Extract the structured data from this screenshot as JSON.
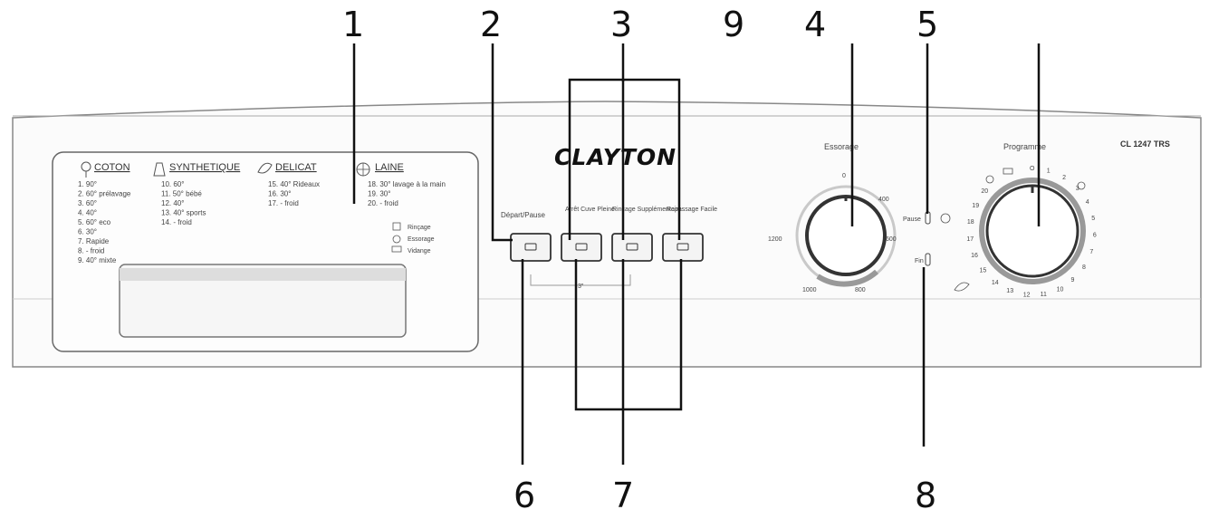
{
  "callouts": {
    "c1": "1",
    "c2": "2",
    "c3": "3",
    "c9": "9",
    "c4": "4",
    "c5": "5",
    "c6": "6",
    "c7": "7",
    "c8": "8"
  },
  "brand": "CLAYTON",
  "model": "CL 1247 TRS",
  "programme_table": {
    "coton": {
      "title": "COTON",
      "items": [
        "1.  90°",
        "2.  60° prélavage",
        "3.  60°",
        "4.  40°",
        "5.  60° eco",
        "6.  30°",
        "7.  Rapide",
        "8.   - froid",
        "9.  40° mixte"
      ]
    },
    "synthetique": {
      "title": "SYNTHETIQUE",
      "items": [
        "10.  60°",
        "11.  50° bébé",
        "12.  40°",
        "13.  40° sports",
        "14.   -   froid"
      ]
    },
    "delicat": {
      "title": "DELICAT",
      "items": [
        "15.  40° Rideaux",
        "16.  30°",
        "17.   -   froid"
      ]
    },
    "laine": {
      "title": "LAINE",
      "items": [
        "18.  30° lavage à la main",
        "19.  30°",
        "20.   -   froid"
      ]
    },
    "legend": [
      "Rinçage",
      "Essorage",
      "Vidange"
    ]
  },
  "buttons": {
    "depart_pause": "Départ/Pause",
    "arret_cuve_pleine": "Arrêt Cuve Pleine",
    "rincage_supplementaire": "Rinçage Supplémentaire",
    "repassage_facile": "Repassage Facile",
    "combo_hint": "3\""
  },
  "essorage_dial": {
    "title": "Essorage",
    "marks": [
      "0",
      "400",
      "600",
      "800",
      "1000",
      "1200"
    ]
  },
  "indicators": {
    "pause": "Pause",
    "fin": "Fin"
  },
  "programme_dial": {
    "title": "Programme",
    "numbers": [
      "O",
      "1",
      "2",
      "3",
      "4",
      "5",
      "6",
      "7",
      "8",
      "9",
      "10",
      "11",
      "12",
      "13",
      "14",
      "15",
      "16",
      "17",
      "18",
      "19",
      "20"
    ]
  }
}
